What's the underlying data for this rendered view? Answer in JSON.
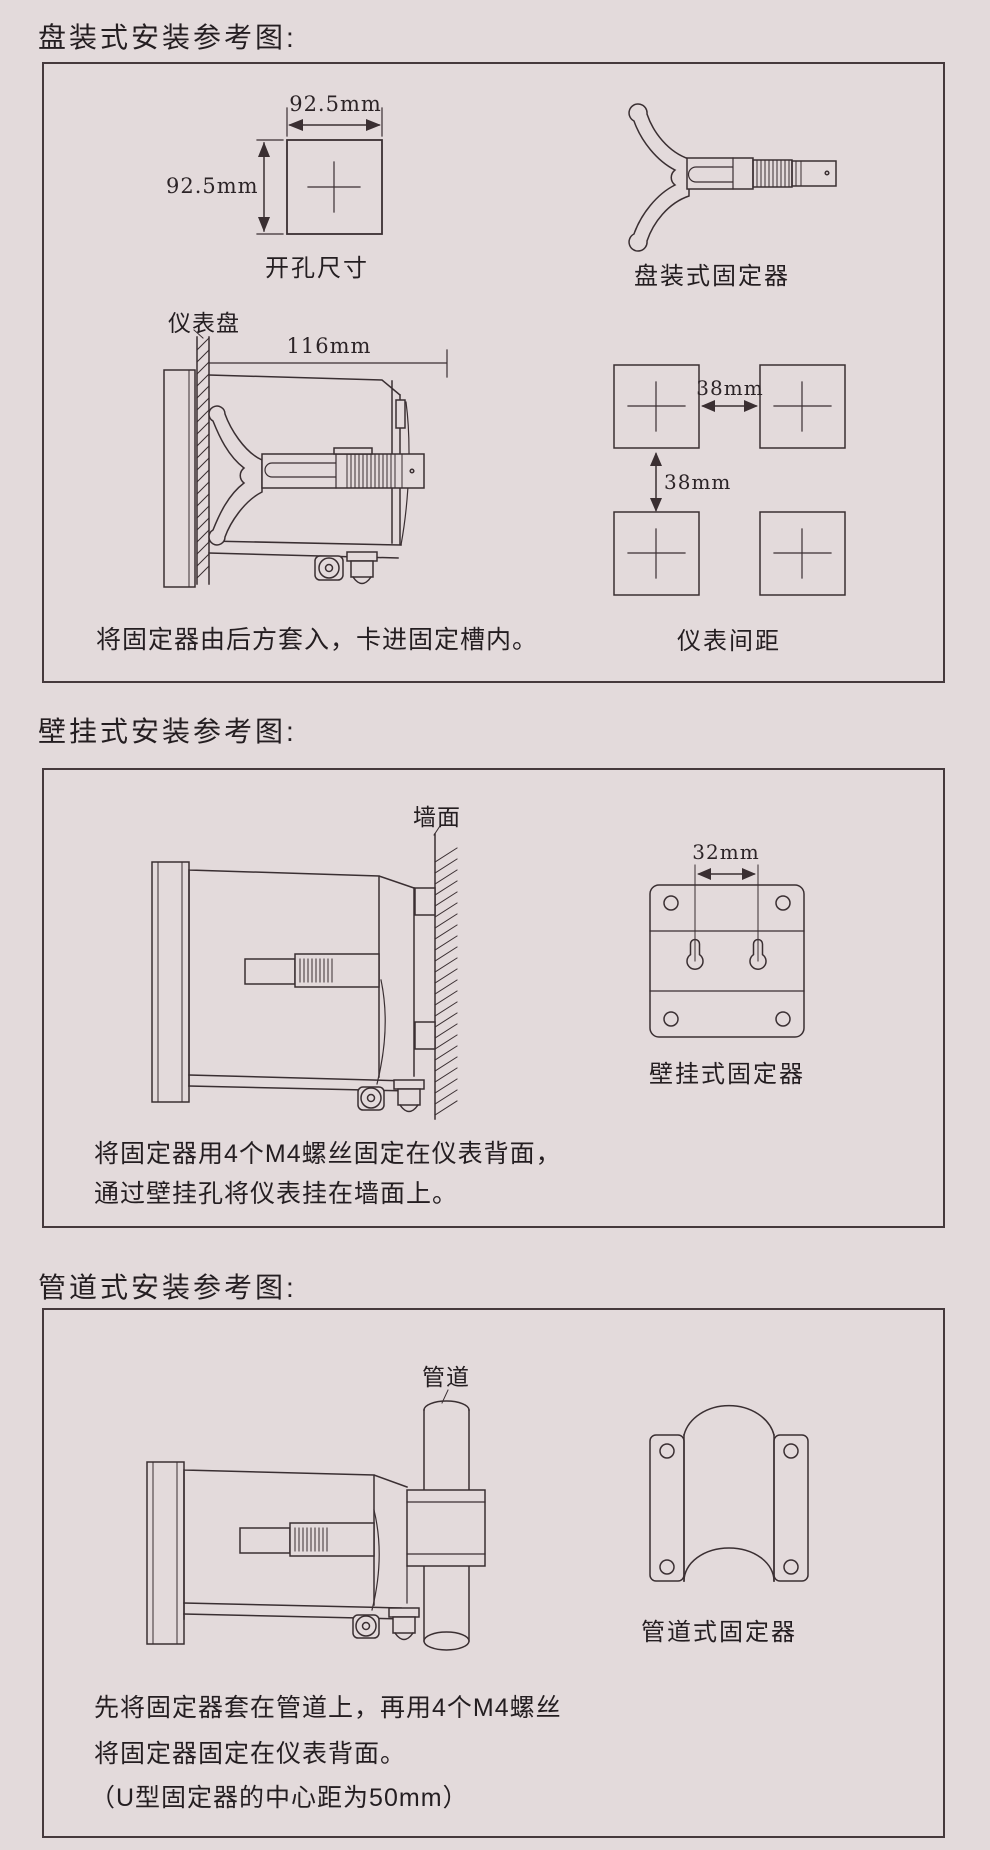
{
  "page": {
    "background": "#e3dadb",
    "ink": "#3a2f32"
  },
  "panel_section": {
    "title": "盘装式安装参考图:",
    "cutout_width_label": "92.5mm",
    "cutout_height_label": "92.5mm",
    "cutout_caption": "开孔尺寸",
    "retainer_caption": "盘装式固定器",
    "panel_label": "仪表盘",
    "depth_label": "116mm",
    "h_spacing_label": "38mm",
    "v_spacing_label": "38mm",
    "spacing_caption": "仪表间距",
    "instruction": "将固定器由后方套入，卡进固定槽内。"
  },
  "wall_section": {
    "title": "壁挂式安装参考图:",
    "wall_label": "墙面",
    "hole_spacing_label": "32mm",
    "retainer_caption": "壁挂式固定器",
    "instruction_line1": "将固定器用4个M4螺丝固定在仪表背面，",
    "instruction_line2": "通过壁挂孔将仪表挂在墙面上。"
  },
  "pipe_section": {
    "title": "管道式安装参考图:",
    "pipe_label": "管道",
    "retainer_caption": "管道式固定器",
    "instruction_line1": "先将固定器套在管道上，再用4个M4螺丝",
    "instruction_line2": "将固定器固定在仪表背面。",
    "instruction_line3": "（U型固定器的中心距为50mm）"
  }
}
